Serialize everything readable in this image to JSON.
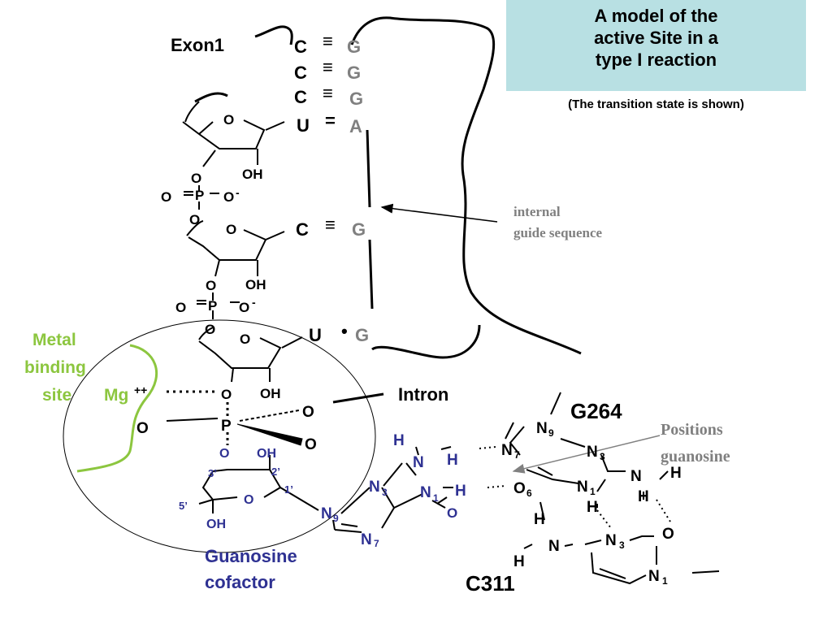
{
  "title": {
    "line1": "A model of the",
    "line2": "active Site in a",
    "line3": "type I reaction"
  },
  "subtitle": "(The transition state is shown)",
  "labels": {
    "exon1": "Exon1",
    "internal_guide_1": "internal",
    "internal_guide_2": "guide sequence",
    "metal_1": "Metal",
    "metal_2": "binding",
    "metal_3": "site",
    "mg": "Mg",
    "mg_charge": "++",
    "intron": "Intron",
    "g264": "G264",
    "positions_1": "Positions",
    "positions_2": "guanosine",
    "guanosine_1": "Guanosine",
    "guanosine_2": "cofactor",
    "c311": "C311"
  },
  "pairs": [
    {
      "left": "C",
      "bond": "≡",
      "right": "G"
    },
    {
      "left": "C",
      "bond": "≡",
      "right": "G"
    },
    {
      "left": "C",
      "bond": "≡",
      "right": "G"
    },
    {
      "left": "U",
      "bond": "=",
      "right": "A"
    },
    {
      "left": "C",
      "bond": "≡",
      "right": "G"
    },
    {
      "left": "U",
      "bond": "•",
      "right": "G"
    }
  ],
  "atoms": {
    "O": "O",
    "OH": "OH",
    "P": "P",
    "O_minus": "O",
    "minus": "-",
    "H": "H",
    "N": "N",
    "sub1": "1",
    "sub3": "3",
    "sub6": "6",
    "sub7": "7",
    "sub9": "9",
    "p1": "1’",
    "p2": "2’",
    "p3": "3’",
    "p5": "5’"
  },
  "colors": {
    "title_bg": "#b8e0e3",
    "guanosine_blue": "#2e3192",
    "metal_green": "#8cc63f",
    "guide_gray": "#808080",
    "g_gray": "#808080"
  }
}
